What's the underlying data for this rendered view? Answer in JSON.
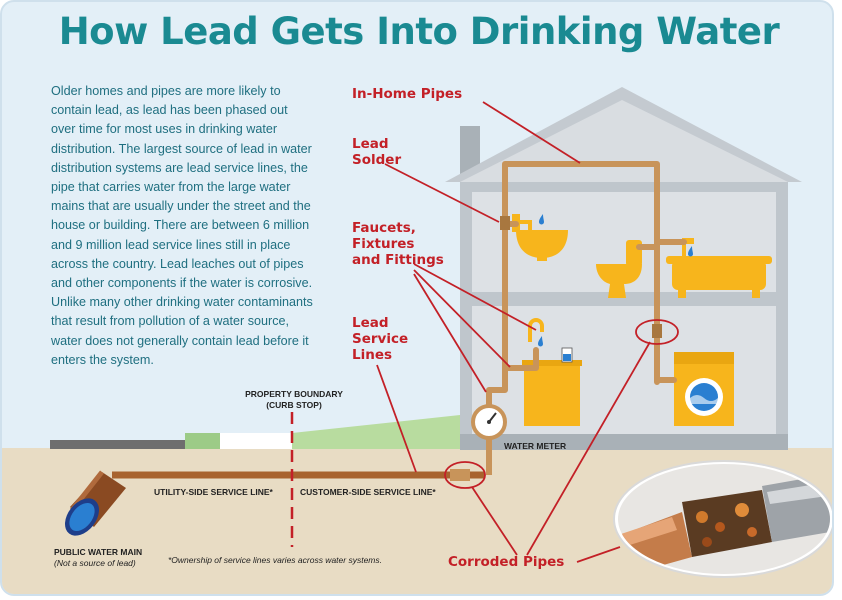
{
  "title": "How Lead Gets Into Drinking Water",
  "intro": "Older homes and pipes are more likely to contain lead, as lead has been phased out over time for most uses in drinking water distribution. The largest source of lead in water distribution systems are lead service lines, the pipe that carries water from the large water mains that are usually under the street and the house or building. There are between 6 million and 9 million lead service lines still in place across the country. Lead leaches out of pipes and other components if the water is corrosive. Unlike many other drinking water contaminants that result from pollution of a water source, water does not generally contain lead before it enters the system.",
  "labels": {
    "in_home_pipes": "In-Home Pipes",
    "lead_solder_1": "Lead",
    "lead_solder_2": "Solder",
    "faucets_1": "Faucets,",
    "faucets_2": "Fixtures",
    "faucets_3": "and Fittings",
    "lsl_1": "Lead",
    "lsl_2": "Service",
    "lsl_3": "Lines",
    "corroded_pipes": "Corroded Pipes"
  },
  "small": {
    "property_boundary_1": "PROPERTY BOUNDARY",
    "property_boundary_2": "(CURB STOP)",
    "water_meter": "WATER METER",
    "utility_side": "UTILITY-SIDE SERVICE LINE*",
    "customer_side": "CUSTOMER-SIDE SERVICE LINE*",
    "public_main_1": "PUBLIC WATER MAIN",
    "public_main_2": "(Not a source of lead)",
    "footnote": "*Ownership of service lines varies across water systems."
  },
  "colors": {
    "title": "#1a8a92",
    "label_red": "#c32027",
    "copper": "#c8945a",
    "house_gray": "#9aa3aa",
    "fixture_yellow": "#f7b51c"
  }
}
